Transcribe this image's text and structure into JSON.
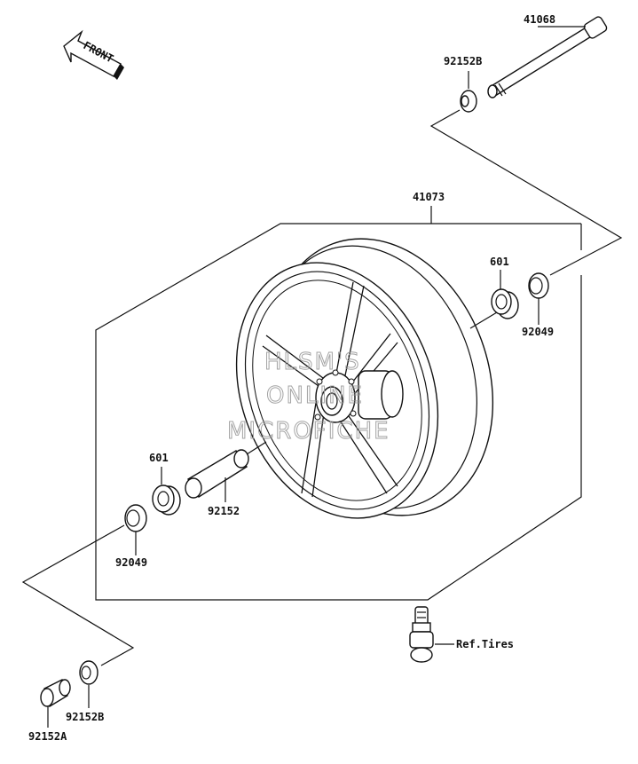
{
  "front_arrow": {
    "label": "FRONT",
    "icon": "front-arrow-icon"
  },
  "labels": {
    "p41068": "41068",
    "p92152b_top": "92152B",
    "p41073": "41073",
    "p601_right": "601",
    "p92049_right": "92049",
    "p601_left": "601",
    "p92152": "92152",
    "p92049_left": "92049",
    "p92152b_bottom": "92152B",
    "p92152a": "92152A",
    "ref_tires": "Ref.Tires"
  },
  "watermark": {
    "line1": "HLSM'S",
    "line2": "ONLINE",
    "line3": "MICROFICHE"
  }
}
